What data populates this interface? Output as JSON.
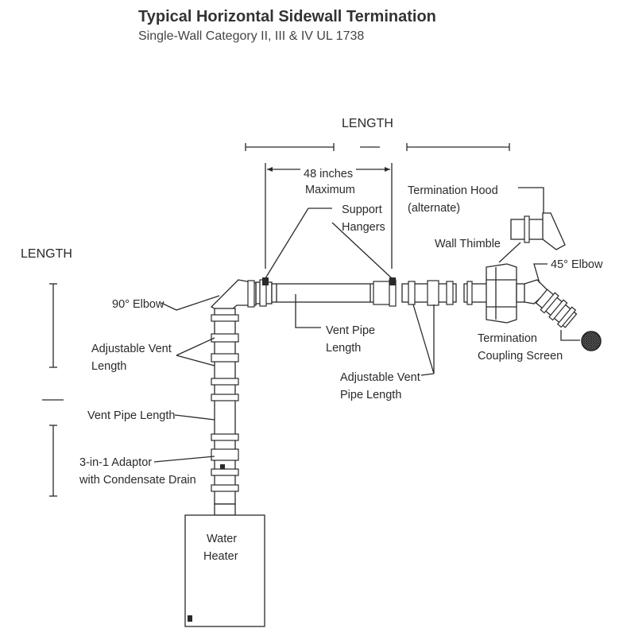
{
  "title": "Typical Horizontal Sidewall Termination",
  "subtitle": "Single-Wall Category II, III & IV UL 1738",
  "labels": {
    "length_top": "LENGTH",
    "length_left": "LENGTH",
    "max_line1": "48 inches",
    "max_line2": "Maximum",
    "support_line1": "Support",
    "support_line2": "Hangers",
    "hood_line1": "Termination Hood",
    "hood_line2": "(alternate)",
    "wall_thimble": "Wall Thimble",
    "elbow45": "45° Elbow",
    "elbow90": "90° Elbow",
    "vent_pipe_line1": "Vent Pipe",
    "vent_pipe_line2": "Length",
    "adj_left_line1": "Adjustable Vent",
    "adj_left_line2": "Length",
    "adj_right_line1": "Adjustable Vent",
    "adj_right_line2": "Pipe Length",
    "coupling_line1": "Termination",
    "coupling_line2": "Coupling Screen",
    "vent_pipe_length": "Vent Pipe Length",
    "adaptor_line1": "3-in-1 Adaptor",
    "adaptor_line2": "with Condensate Drain",
    "heater_line1": "Water",
    "heater_line2": "Heater"
  }
}
